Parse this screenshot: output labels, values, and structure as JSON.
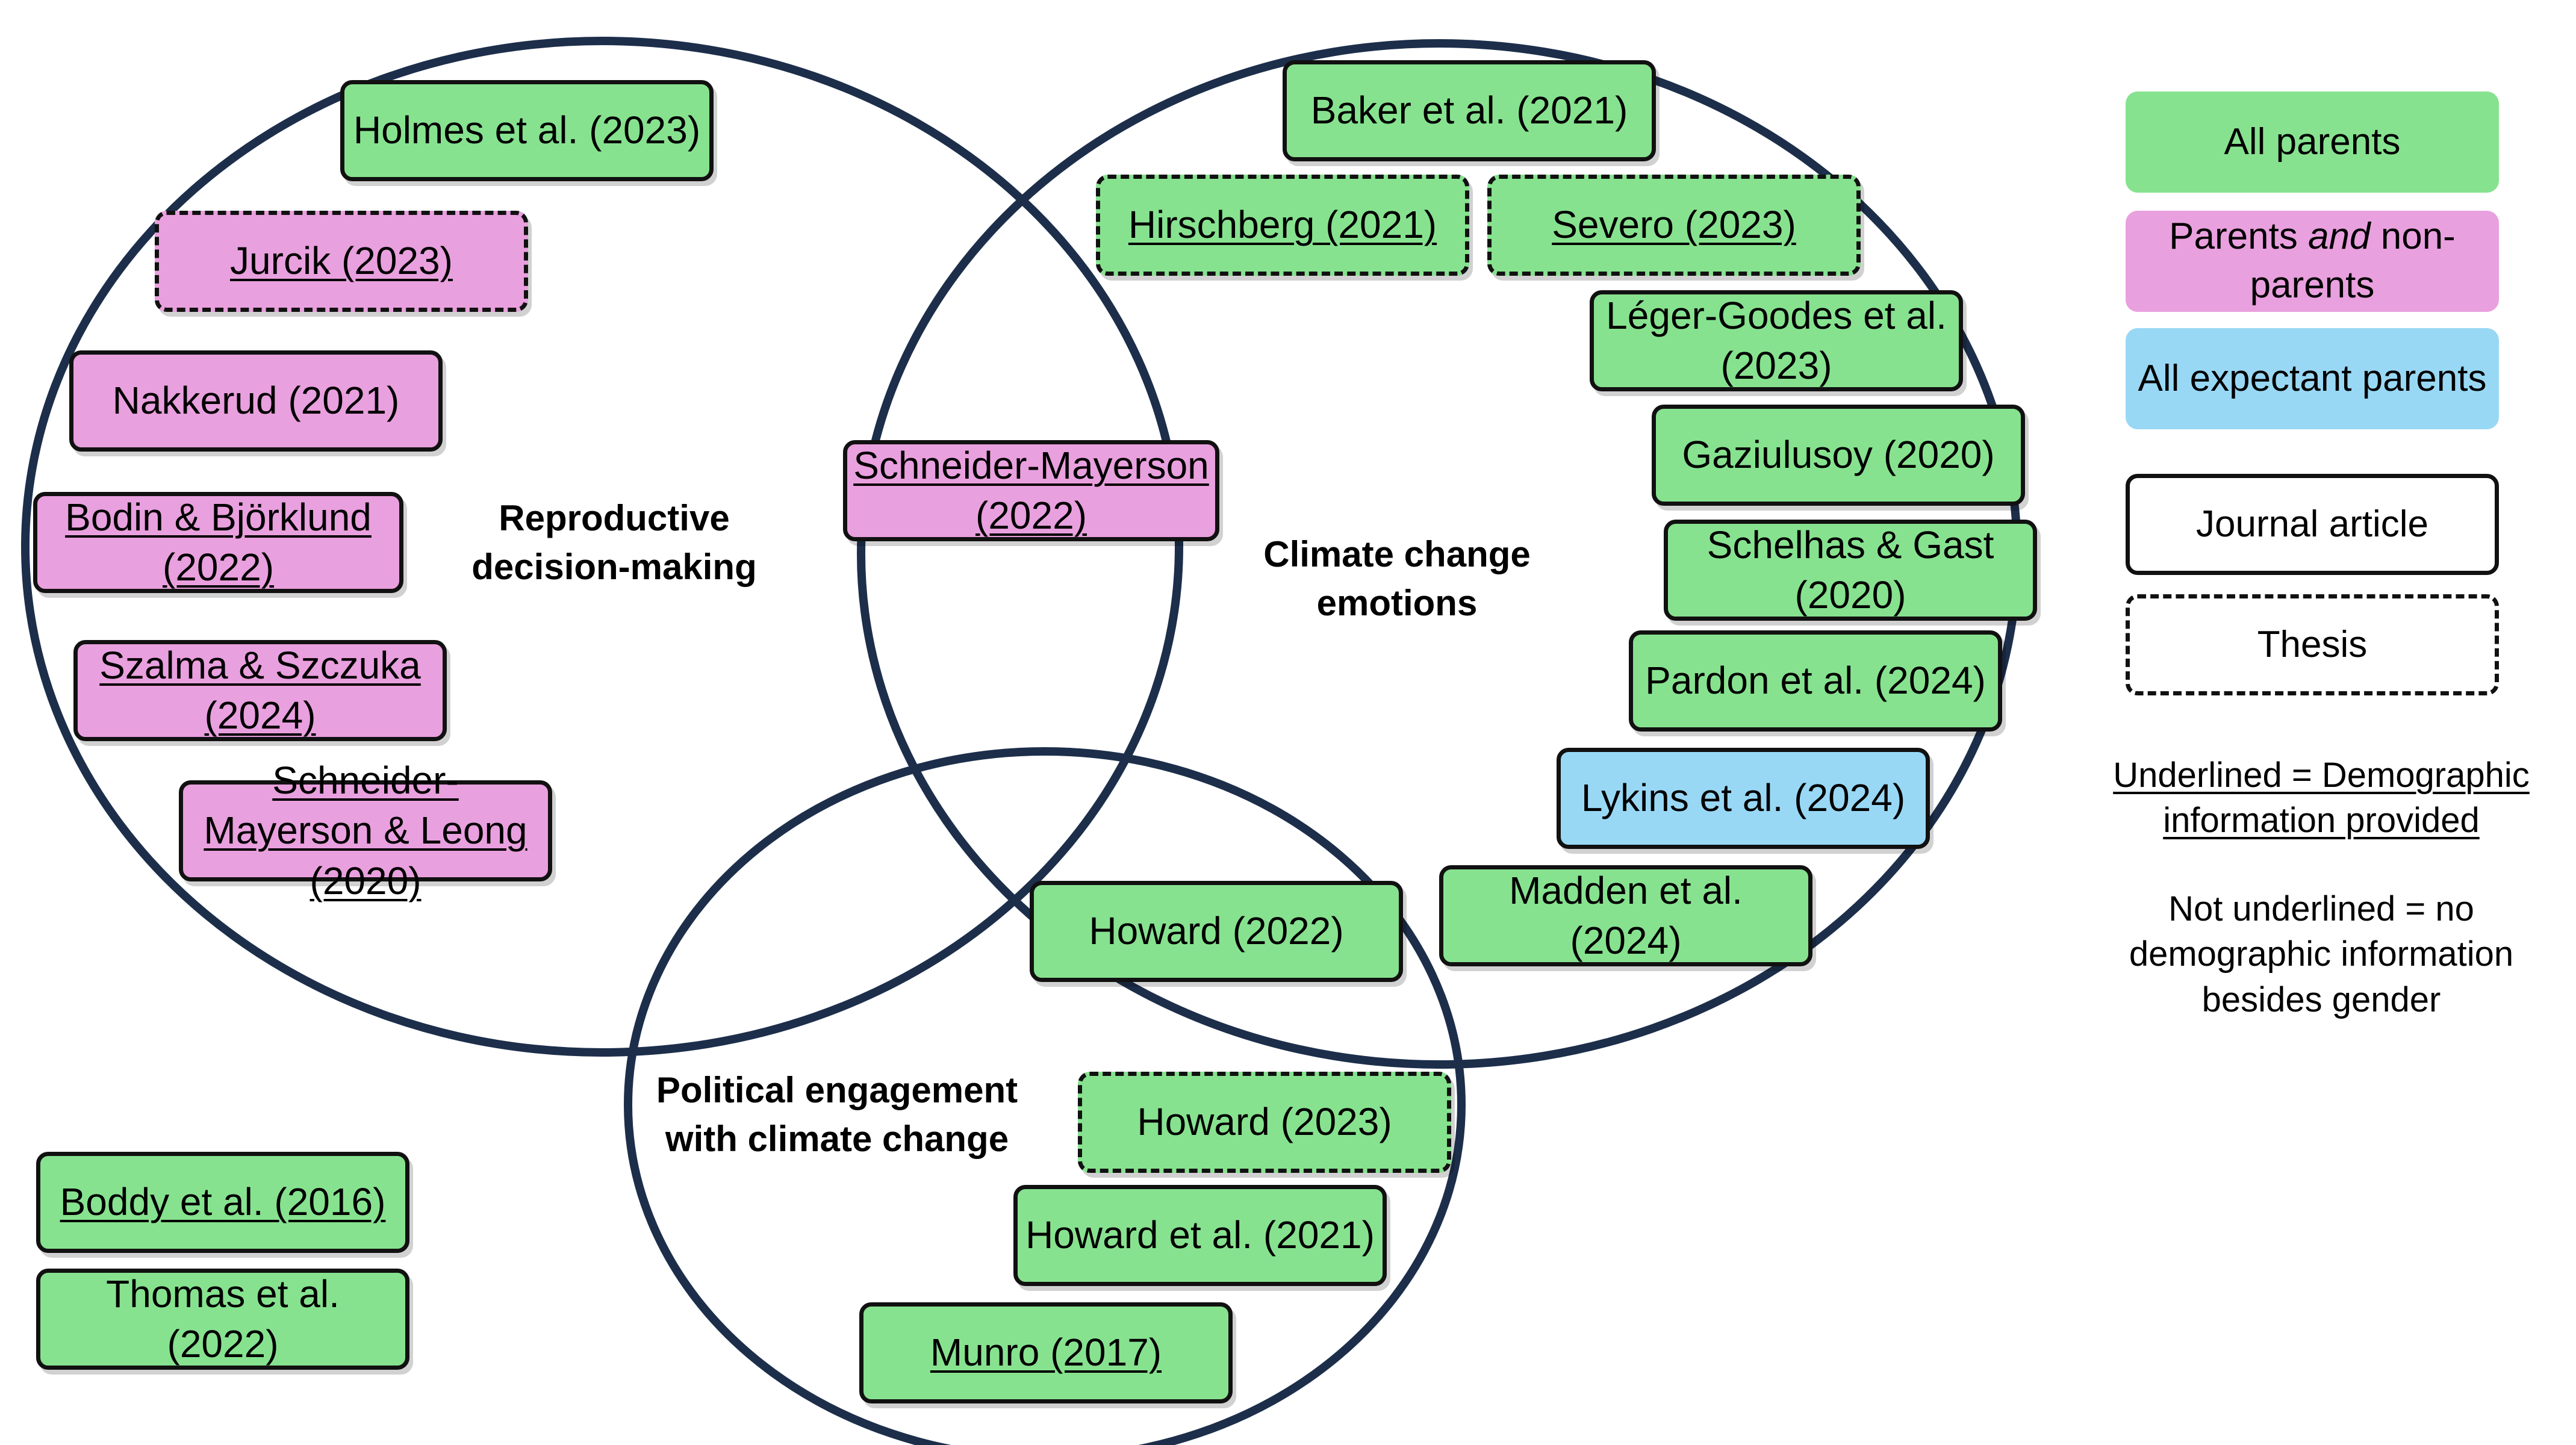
{
  "circles": {
    "reproductive_label": "Reproductive decision-making",
    "climate_label": "Climate change emotions",
    "political_label": "Political engagement with climate change"
  },
  "studies": {
    "holmes": "Holmes et al. (2023)",
    "jurcik": "Jurcik (2023)",
    "nakkerud": "Nakkerud (2021)",
    "bodin": "Bodin & Björklund (2022)",
    "szalma": "Szalma & Szczuka (2024)",
    "schneider_leong": "Schneider-Mayerson & Leong (2020)",
    "schneider_2022": "Schneider-Mayerson (2022)",
    "baker": "Baker et al. (2021)",
    "hirschberg": "Hirschberg (2021)",
    "severo": "Severo (2023)",
    "leger": "Léger-Goodes et al. (2023)",
    "gaziulusoy": "Gaziulusoy (2020)",
    "schelhas": "Schelhas & Gast (2020)",
    "pardon": "Pardon et al. (2024)",
    "lykins": "Lykins et al. (2024)",
    "madden": "Madden et al. (2024)",
    "howard_2022": "Howard (2022)",
    "howard_2023": "Howard (2023)",
    "howard_2021": "Howard et al. (2021)",
    "munro": "Munro (2017)",
    "boddy": "Boddy et al. (2016)",
    "thomas": "Thomas et al. (2022)"
  },
  "legend": {
    "all_parents": "All parents",
    "parents_prefix": "Parents ",
    "parents_and": "and",
    "parents_suffix": " non-parents",
    "expectant": "All expectant parents",
    "journal": "Journal article",
    "thesis": "Thesis",
    "underlined_note": "Underlined = Demographic information provided",
    "not_underlined_note": "Not underlined = no demographic information besides gender"
  },
  "colors": {
    "all_parents": "#87e28f",
    "parents_and_non_parents": "#e9a0de",
    "expectant_parents": "#99d8f5",
    "circle_stroke": "#1c2e4a"
  }
}
